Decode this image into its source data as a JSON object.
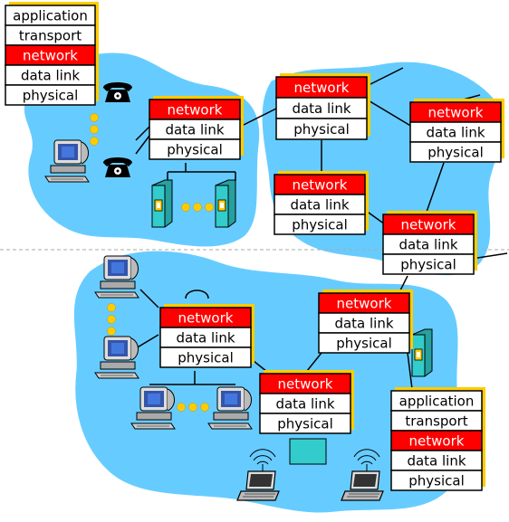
{
  "layer_labels": {
    "application": "application",
    "transport": "transport",
    "network": "network",
    "data_link": "data link",
    "physical": "physical"
  },
  "colors": {
    "cloud_fill": "#66ccff",
    "network_cell": "#ff0000",
    "network_text": "#ffffff",
    "stack_shadow": "#ffcc00",
    "stack_border": "#000000",
    "link_line": "#000000",
    "divider": "#aaaaaa",
    "dots": "#ffcc00",
    "server_body": "#33cccc",
    "hub_fill": "#33cccc"
  },
  "stacks": [
    {
      "id": "host-top-left",
      "layers": [
        "application",
        "transport",
        "network",
        "data_link",
        "physical"
      ]
    },
    {
      "id": "router-top-left",
      "layers": [
        "network",
        "data_link",
        "physical"
      ]
    },
    {
      "id": "router-top-mid",
      "layers": [
        "network",
        "data_link",
        "physical"
      ]
    },
    {
      "id": "router-top-right",
      "layers": [
        "network",
        "data_link",
        "physical"
      ]
    },
    {
      "id": "router-mid-left",
      "layers": [
        "network",
        "data_link",
        "physical"
      ]
    },
    {
      "id": "router-mid-right",
      "layers": [
        "network",
        "data_link",
        "physical"
      ]
    },
    {
      "id": "router-bottom-left",
      "layers": [
        "network",
        "data_link",
        "physical"
      ]
    },
    {
      "id": "router-bottom-right",
      "layers": [
        "network",
        "data_link",
        "physical"
      ]
    },
    {
      "id": "router-bottom-center",
      "layers": [
        "network",
        "data_link",
        "physical"
      ]
    },
    {
      "id": "host-bottom-right",
      "layers": [
        "application",
        "transport",
        "network",
        "data_link",
        "physical"
      ]
    }
  ],
  "icons": {
    "telephone": "telephone-icon",
    "computer": "desktop-computer-icon",
    "server": "server-icon",
    "laptop": "laptop-icon",
    "hub": "hub-icon"
  }
}
